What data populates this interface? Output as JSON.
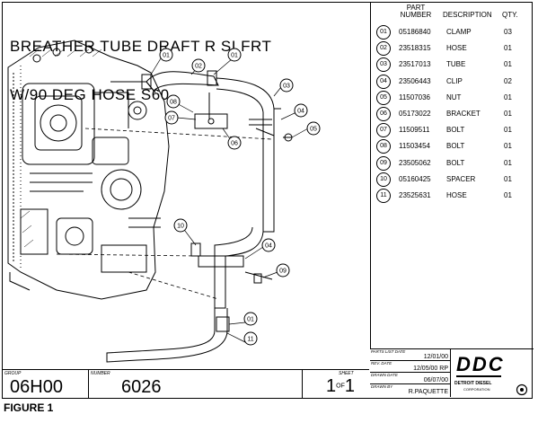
{
  "title": {
    "line1": "BREATHER TUBE DRAFT R SI FRT",
    "line2": "W/90 DEG HOSE S60"
  },
  "parts_table": {
    "headers": {
      "part_top": "PART",
      "part_bottom": "NUMBER",
      "description": "DESCRIPTION",
      "qty": "QTY."
    },
    "rows": [
      {
        "num": "01",
        "part": "05186840",
        "desc": "CLAMP",
        "qty": "03"
      },
      {
        "num": "02",
        "part": "23518315",
        "desc": "HOSE",
        "qty": "01"
      },
      {
        "num": "03",
        "part": "23517013",
        "desc": "TUBE",
        "qty": "01"
      },
      {
        "num": "04",
        "part": "23506443",
        "desc": "CLIP",
        "qty": "02"
      },
      {
        "num": "05",
        "part": "11507036",
        "desc": "NUT",
        "qty": "01"
      },
      {
        "num": "06",
        "part": "05173022",
        "desc": "BRACKET",
        "qty": "01"
      },
      {
        "num": "07",
        "part": "11509511",
        "desc": "BOLT",
        "qty": "01"
      },
      {
        "num": "08",
        "part": "11503454",
        "desc": "BOLT",
        "qty": "01"
      },
      {
        "num": "09",
        "part": "23505062",
        "desc": "BOLT",
        "qty": "01"
      },
      {
        "num": "10",
        "part": "05160425",
        "desc": "SPACER",
        "qty": "01"
      },
      {
        "num": "11",
        "part": "23525631",
        "desc": "HOSE",
        "qty": "01"
      }
    ]
  },
  "callouts": {
    "c01a": "01",
    "c01b": "01",
    "c01c": "01",
    "c02": "02",
    "c03": "03",
    "c04a": "04",
    "c04b": "04",
    "c05": "05",
    "c06": "06",
    "c07": "07",
    "c08": "08",
    "c09": "09",
    "c10": "10",
    "c11": "11"
  },
  "title_block": {
    "group_label": "GROUP",
    "group_value": "06H00",
    "number_label": "NUMBER",
    "number_value": "6026",
    "sheet_label": "SHEET",
    "sheet_current": "1",
    "sheet_of": "OF",
    "sheet_total": "1",
    "parts_list_date_label": "PARTS LIST DATE",
    "parts_list_date": "12/01/00",
    "rev_date_label": "REV. DATE",
    "rev_date": "12/05/00 RP",
    "drawn_date_label": "DRAWN DATE",
    "drawn_date": "06/07/00",
    "drawn_by_label": "DRAWN BY",
    "drawn_by": "R.PAQUETTE"
  },
  "logo": {
    "mark": "DDC",
    "subtitle": "DETROIT DIESEL",
    "corp": "CORPORATION"
  },
  "figure_label": "FIGURE 1"
}
